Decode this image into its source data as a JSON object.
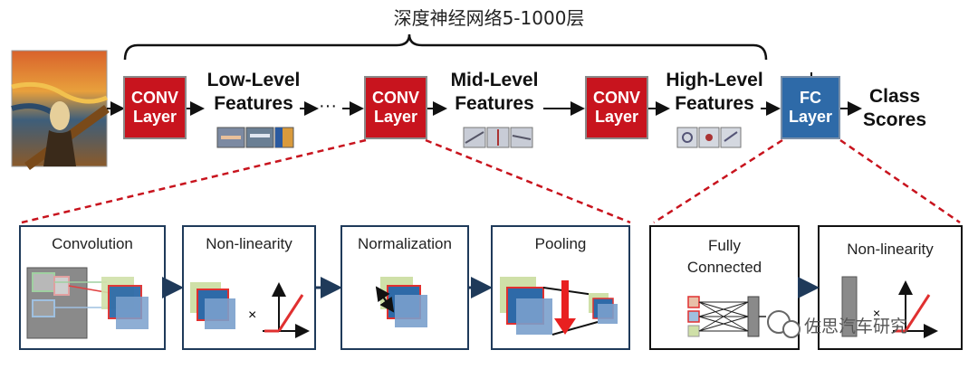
{
  "title": "深度神经网络5-1000层",
  "blocks": {
    "conv1": "CONV\nLayer",
    "conv2": "CONV\nLayer",
    "conv3": "CONV\nLayer",
    "fc": "FC\nLayer"
  },
  "features": {
    "low": "Low-Level\nFeatures",
    "mid": "Mid-Level\nFeatures",
    "high": "High-Level\nFeatures",
    "class_scores": "Class\nScores"
  },
  "ellipsis": "···",
  "conv_stages": [
    "Convolution",
    "Non-linearity",
    "Normalization",
    "Pooling"
  ],
  "fc_stages": [
    "Fully\nConnected",
    "Non-linearity"
  ],
  "times": "×",
  "watermark": "佐思汽车研究",
  "colors": {
    "conv_red": "#c8141e",
    "fc_blue": "#2e6aa8",
    "arrow_navy": "#1f3a5a",
    "dashed_red": "#c8141e"
  }
}
